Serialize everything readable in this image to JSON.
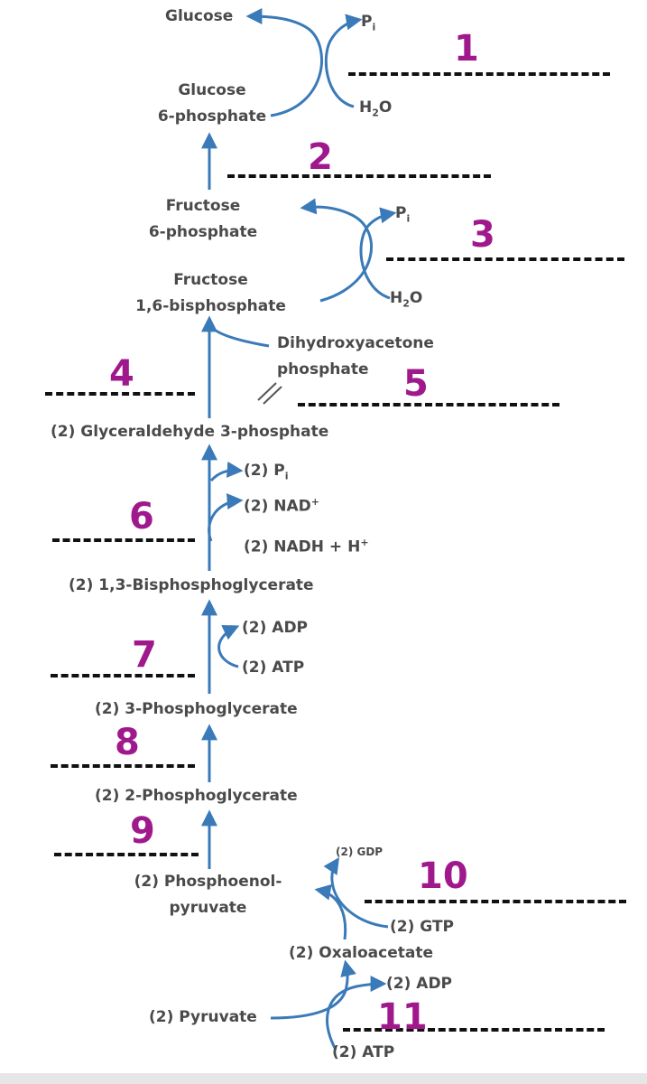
{
  "colors": {
    "arrow": "#3a7ab8",
    "text": "#4a4a4a",
    "number": "#a0198c",
    "blank": "#111111"
  },
  "compounds": {
    "glucose": "Glucose",
    "g6p_line1": "Glucose",
    "g6p_line2": "6-phosphate",
    "f6p_line1": "Fructose",
    "f6p_line2": "6-phosphate",
    "f16bp_line1": "Fructose",
    "f16bp_line2": "1,6-bisphosphate",
    "dhap_line1": "Dihydroxyacetone",
    "dhap_line2": "phosphate",
    "g3p": "(2) Glyceraldehyde 3-phosphate",
    "bpg": "(2) 1,3-Bisphosphoglycerate",
    "pg3": "(2) 3-Phosphoglycerate",
    "pg2": "(2) 2-Phosphoglycerate",
    "pep_line1": "(2) Phosphoenol-",
    "pep_line2": "pyruvate",
    "oaa": "(2) Oxaloacetate",
    "pyruvate": "(2) Pyruvate"
  },
  "cofactors": {
    "pi_1": "P",
    "pi_1_sub": "i",
    "h2o_1_a": "H",
    "h2o_1_sub": "2",
    "h2o_1_b": "O",
    "pi_3": "P",
    "pi_3_sub": "i",
    "h2o_3_a": "H",
    "h2o_3_sub": "2",
    "h2o_3_b": "O",
    "pi_6": "(2) P",
    "pi_6_sub": "i",
    "nad_6": "(2) NAD",
    "nad_6_sup": "+",
    "nadh_6": "(2) NADH + H",
    "nadh_6_sup": "+",
    "adp_7": "(2) ADP",
    "atp_7": "(2) ATP",
    "gdp_10": "(2) GDP",
    "gtp_10": "(2) GTP",
    "adp_11": "(2) ADP",
    "atp_11": "(2) ATP"
  },
  "numbers": {
    "n1": "1",
    "n2": "2",
    "n3": "3",
    "n4": "4",
    "n5": "5",
    "n6": "6",
    "n7": "7",
    "n8": "8",
    "n9": "9",
    "n10": "10",
    "n11": "11"
  }
}
